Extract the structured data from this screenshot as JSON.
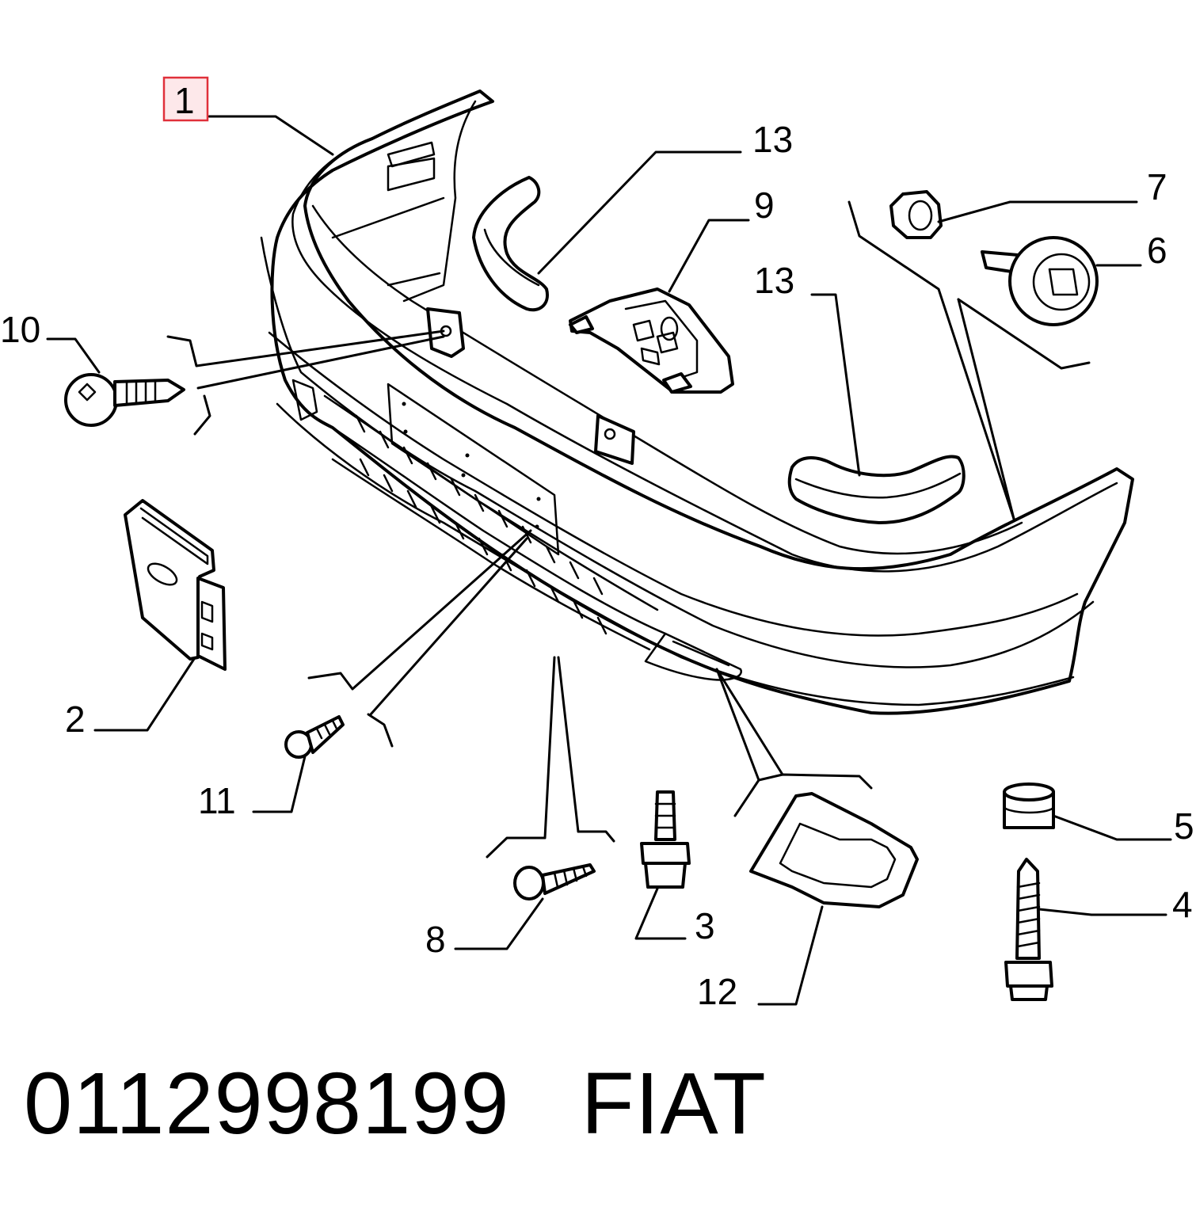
{
  "diagram": {
    "callouts": {
      "c1": "1",
      "c2": "2",
      "c3": "3",
      "c4": "4",
      "c5": "5",
      "c6": "6",
      "c7": "7",
      "c8": "8",
      "c9": "9",
      "c10": "10",
      "c11": "11",
      "c12": "12",
      "c13a": "13",
      "c13b": "13"
    },
    "highlighted_callout": "1",
    "highlight_color": "#e0303a"
  },
  "caption": {
    "part_number": "0112998199",
    "brand": "FIAT"
  }
}
